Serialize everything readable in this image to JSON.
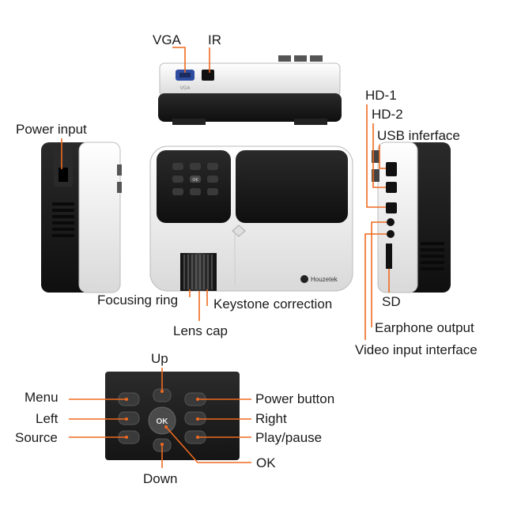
{
  "labels": {
    "vga": "VGA",
    "ir": "IR",
    "power_input": "Power input",
    "hd1": "HD-1",
    "hd2": "HD-2",
    "usb": "USB inferface",
    "sd": "SD",
    "earphone": "Earphone output",
    "video_input": "Video input interface",
    "focusing_ring": "Focusing ring",
    "keystone": "Keystone correction",
    "lens_cap": "Lens cap"
  },
  "remote": {
    "up": "Up",
    "menu": "Menu",
    "left": "Left",
    "source": "Source",
    "down": "Down",
    "power_button": "Power button",
    "right": "Right",
    "play_pause": "Play/pause",
    "ok": "OK",
    "ok_key": "OK"
  },
  "device": {
    "brand": "Houzetek",
    "vga_port_text": "VGA"
  },
  "colors": {
    "accent": "#ef6a1f",
    "body_dark": "#1c1c1c",
    "body_light": "#f2f2f2"
  }
}
